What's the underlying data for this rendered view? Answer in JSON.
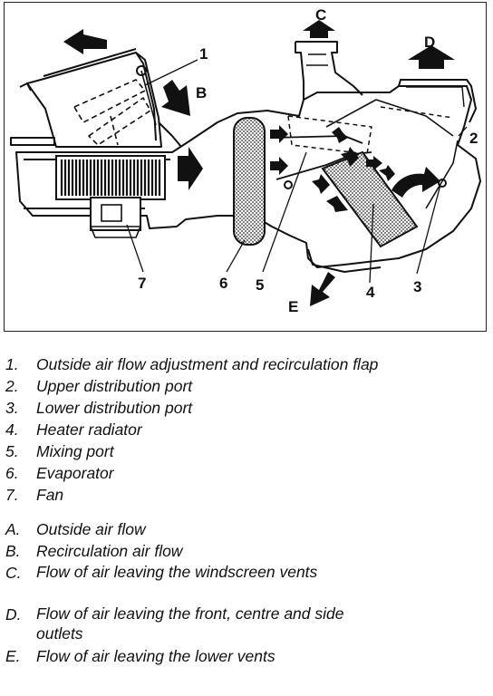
{
  "diagram": {
    "callouts": {
      "n1": "1",
      "n2": "2",
      "n3": "3",
      "n4": "4",
      "n5": "5",
      "n6": "6",
      "n7": "7"
    },
    "arrow_letters": {
      "a": "A",
      "b": "B",
      "c": "C",
      "d": "D",
      "e": "E"
    }
  },
  "legend": {
    "numbered": [
      {
        "key": "1.",
        "text": "Outside air flow adjustment and recirculation flap"
      },
      {
        "key": "2.",
        "text": "Upper distribution port"
      },
      {
        "key": "3.",
        "text": "Lower distribution port"
      },
      {
        "key": "4.",
        "text": "Heater radiator"
      },
      {
        "key": "5.",
        "text": "Mixing port"
      },
      {
        "key": "6.",
        "text": "Evaporator"
      },
      {
        "key": "7.",
        "text": "Fan"
      }
    ],
    "lettered": [
      {
        "key": "A.",
        "text": "Outside air flow"
      },
      {
        "key": "B.",
        "text": "Recirculation air flow"
      },
      {
        "key": "C.",
        "text": "Flow of air leaving the windscreen vents"
      },
      {
        "key": "D.",
        "text": "Flow of air leaving the front, centre and side outlets"
      },
      {
        "key": "E.",
        "text": "Flow of air leaving the lower vents"
      }
    ]
  }
}
